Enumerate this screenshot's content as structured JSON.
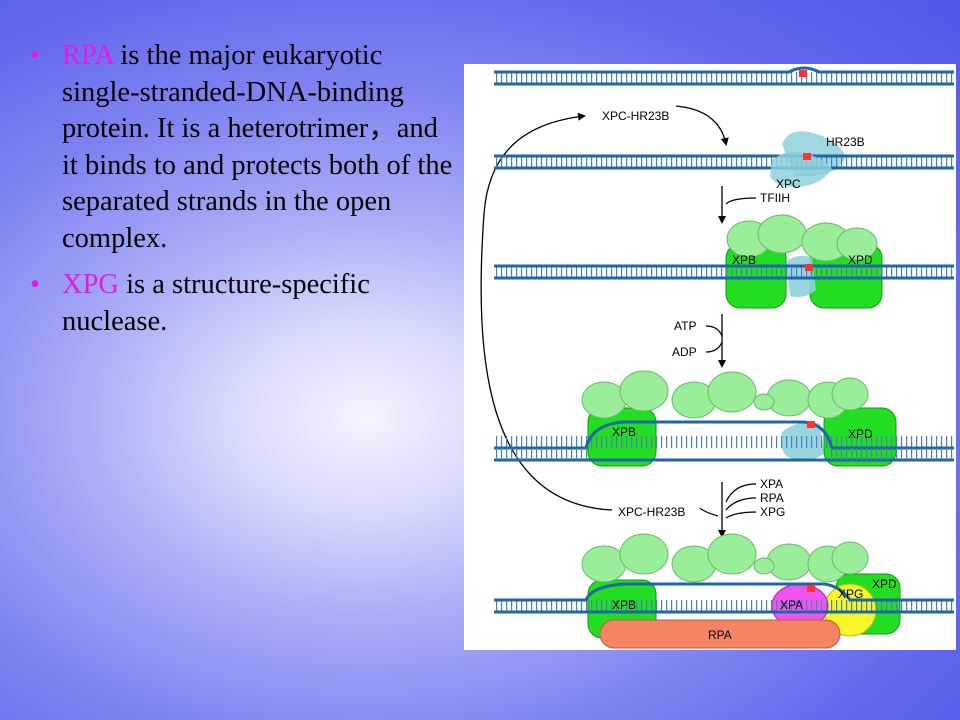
{
  "bullets": [
    {
      "keyword": "RPA",
      "text": " is the major eukaryotic single-stranded-DNA-binding protein. It is a heterotrimer，and it binds to and protects both of the separated strands in the open complex."
    },
    {
      "keyword": "XPG",
      "text": " is a structure-specific nuclease."
    }
  ],
  "diagram": {
    "labels": {
      "xpc_hr23b_top": "XPC-HR23B",
      "hr23b": "HR23B",
      "xpc": "XPC",
      "tfiih": "TFIIH",
      "xpb_1": "XPB",
      "xpd_1": "XPD",
      "atp": "ATP",
      "adp": "ADP",
      "xpb_2": "XPB",
      "xpd_2": "XPD",
      "xpa_in": "XPA",
      "rpa_in": "RPA",
      "xpg_in": "XPG",
      "xpc_hr23b_out": "XPC-HR23B",
      "xpb_3": "XPB",
      "xpa_3": "XPA",
      "xpg_3": "XPG",
      "xpd_3": "XPD",
      "rpa_3": "RPA"
    },
    "colors": {
      "dna": "#1f66a6",
      "tfiih": "#9aee9a",
      "xpb_xpd": "#22dd22",
      "xpc": "#8fd0da",
      "xpa": "#ee55ee",
      "xpg": "#f5f527",
      "rpa": "#f48464",
      "lesion": "#ff3333"
    }
  }
}
